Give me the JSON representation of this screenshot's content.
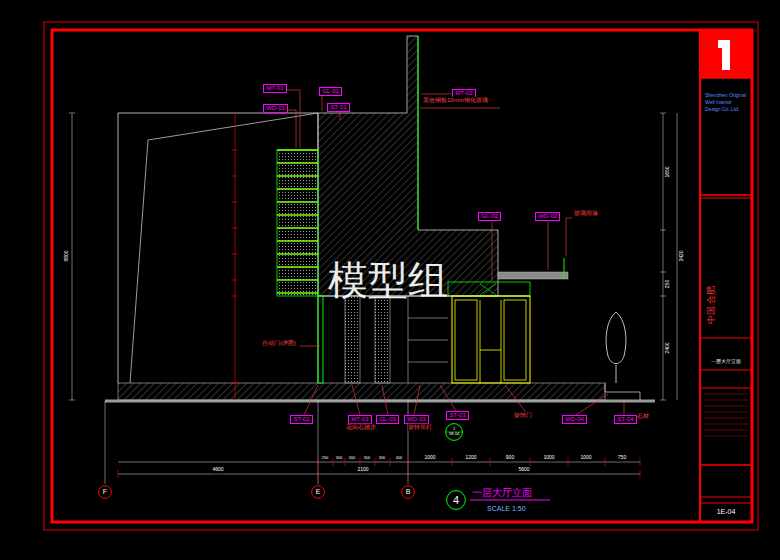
{
  "diagram": {
    "title": "一层大厅立面",
    "caption": "SCALE 1:50",
    "nodes": [
      {
        "text": [
          "4"
        ]
      },
      {
        "text": [
          "F"
        ]
      },
      {
        "text": [
          "E"
        ]
      },
      {
        "text": [
          "B"
        ]
      },
      {
        "text": [
          "2",
          "1E-04"
        ]
      },
      {
        "text": [
          "MT-01"
        ]
      },
      {
        "text": [
          "WD-01"
        ]
      },
      {
        "text": [
          "GL-01"
        ]
      },
      {
        "text": [
          "ST-01"
        ]
      },
      {
        "text": [
          "MT-02"
        ]
      },
      {
        "text": [
          "GL-02"
        ]
      },
      {
        "text": [
          "WD-02"
        ]
      },
      {
        "text": [
          "ST-02"
        ]
      },
      {
        "text": [
          "MT-03"
        ]
      },
      {
        "text": [
          "GL-03"
        ]
      },
      {
        "text": [
          "WD-03"
        ]
      },
      {
        "text": [
          "ST-03"
        ]
      },
      {
        "text": [
          "WD-04"
        ]
      },
      {
        "text": [
          "ST-04"
        ]
      }
    ],
    "labels": [
      "模型组",
      "黑色钢板10mm钢化玻璃",
      "玻璃雨篷",
      "自动门(详图)",
      "花岗石踏步",
      "旋转吊灯",
      "旋转门",
      "石材",
      "一层大厅立面",
      "Shenzhen Original",
      "Well Interior",
      "Design Co.,Ltd.",
      "中国.合肥",
      "1E-04",
      "9800",
      "1650",
      "3420",
      "250",
      "2400",
      "250",
      "300",
      "300",
      "300",
      "300",
      "400",
      "1000",
      "1200",
      "900",
      "1000",
      "1000",
      "750",
      "4600",
      "2100",
      "5600"
    ]
  }
}
